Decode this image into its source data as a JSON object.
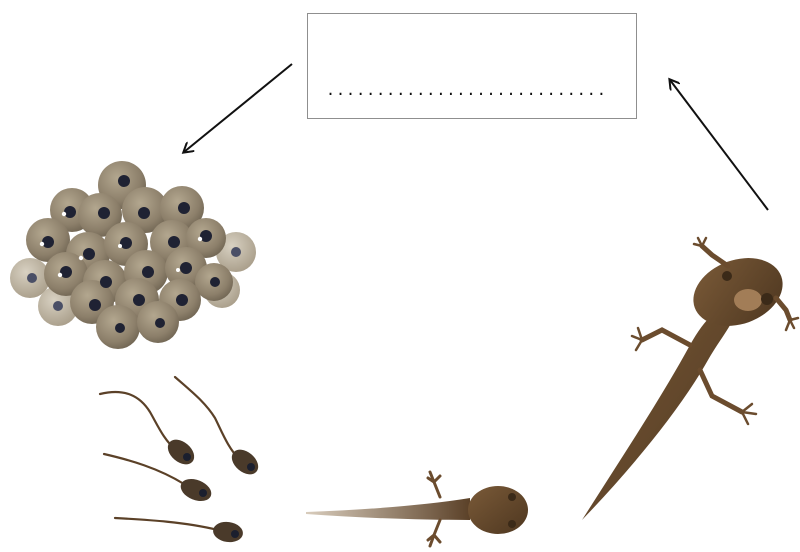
{
  "diagram": {
    "answer_box": {
      "blank": "............................"
    },
    "stages": [
      "frog-spawn",
      "tadpoles",
      "tadpole-with-legs",
      "froglet"
    ],
    "colors": {
      "egg_jelly": "#8c7f6a",
      "egg_embryo": "#1f2233",
      "tadpole_body": "#4a3a2a",
      "frog_body": "#6b4c2e",
      "arrow": "#111111",
      "box_border": "#8f8f8f"
    }
  }
}
